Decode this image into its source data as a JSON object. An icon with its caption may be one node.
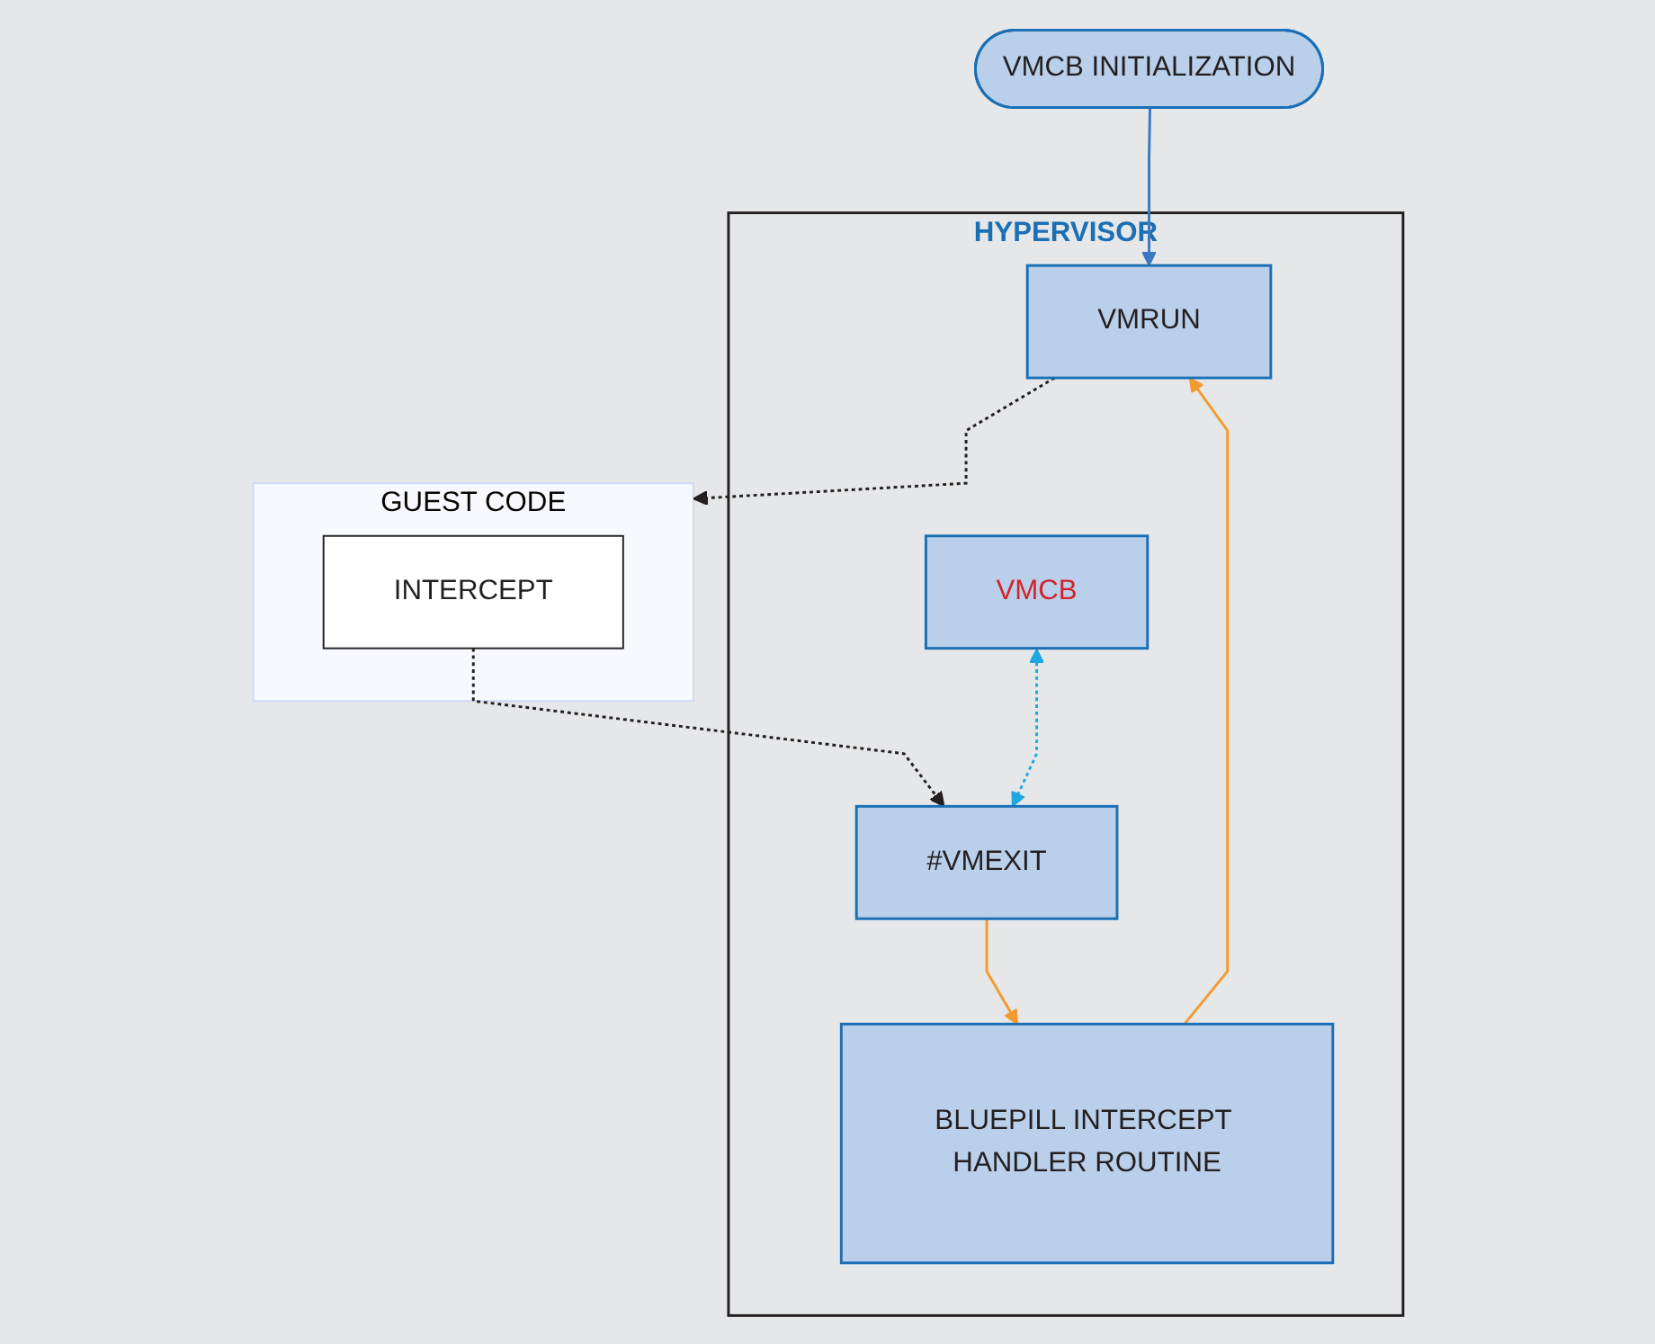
{
  "diagram": {
    "nodes": [
      {
        "text": [
          "VMCB INITIALIZATION"
        ]
      },
      {
        "text": [
          "HYPERVISOR"
        ]
      },
      {
        "text": [
          "VMRUN"
        ],
        "in": 1
      },
      {
        "text": [
          "VMCB"
        ],
        "in": 1
      },
      {
        "text": [
          "#VMEXIT"
        ],
        "in": 1
      },
      {
        "text": [
          "BLUEPILL INTERCEPT HANDLER ROUTINE"
        ],
        "in": 1
      },
      {
        "text": [
          "GUEST CODE"
        ]
      },
      {
        "text": [
          "INTERCEPT"
        ],
        "in": 6
      }
    ],
    "edges": [
      {
        "from": 0,
        "to": 2,
        "arrow": "to",
        "color": "#3a78c3"
      },
      {
        "from": 5,
        "to": 2,
        "arrow": "to",
        "color": "#f39b2f"
      },
      {
        "from": 2,
        "to": 6,
        "arrow": "to",
        "style": "dashed",
        "color": "#231f20"
      },
      {
        "from": 3,
        "to": 4,
        "arrow": "both",
        "style": "dashed",
        "color": "#1ea7e0"
      },
      {
        "from": 7,
        "to": 4,
        "arrow": "to",
        "style": "dashed",
        "color": "#231f20"
      },
      {
        "from": 4,
        "to": 5,
        "arrow": "to",
        "color": "#f39b2f"
      }
    ]
  }
}
